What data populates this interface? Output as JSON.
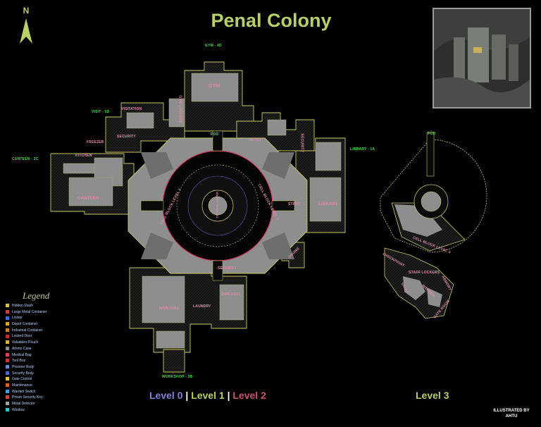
{
  "title": "Penal Colony",
  "compass": "N",
  "exits": {
    "gym": "GYM - 4D",
    "visit": "VISIT - 5D",
    "canteen": "CANTEEN - 3C",
    "library": "LIBRARY - 1A",
    "workshop": "WORKSHOP - 2B"
  },
  "rooms": {
    "gym": "GYM",
    "gym_lockers": "GYM LOCKERS",
    "visitation": "VISITATION",
    "security_top": "SECURITY",
    "freezer": "FREEZER",
    "kitchen": "KITCHEN",
    "canteen": "CANTEEN",
    "depot": "DEPOT",
    "security_right": "SECURITY",
    "pod": "POD",
    "cell_block_1": "CELL BLOCK LEVEL 1",
    "cell_block_2": "CELL BLOCK LEVEL 2",
    "central_tower": "CENTRAL TOWER",
    "library": "LIBRARY",
    "staff": "STAFF",
    "security_bottom": "SECURITY",
    "doors": "DOORS",
    "main_hall": "MAIN HALL",
    "laundry": "LAUNDRY",
    "side_hall": "SIDE HALL",
    "cell_block_3": "CELL BLOCK LEVEL 3",
    "pod_l3": "POD",
    "checkpoint": "CHECKPOINT",
    "staff_lockers": "STAFF LOCKERS",
    "vault": "VAULT",
    "warden": "WARDEN",
    "armory": "ARMORY",
    "gate_room": "GATE ROOM"
  },
  "legend": {
    "title": "Legend",
    "items": [
      {
        "label": "Hidden Stash",
        "color": "#d6c24a"
      },
      {
        "label": "Large Metal Container",
        "color": "#c94040"
      },
      {
        "label": "Locker",
        "color": "#3a6fd8"
      },
      {
        "label": "Depot Container",
        "color": "#e0a030"
      },
      {
        "label": "Industrial Container",
        "color": "#d07a2a"
      },
      {
        "label": "Locked Door",
        "color": "#c03030"
      },
      {
        "label": "Valuables Pouch",
        "color": "#d8b040"
      },
      {
        "label": "Ammo Case",
        "color": "#8a8a8a"
      },
      {
        "label": "Medical Bag",
        "color": "#e04060"
      },
      {
        "label": "Tool Box",
        "color": "#c83a3a"
      },
      {
        "label": "Prisoner Body",
        "color": "#6a8ad8"
      },
      {
        "label": "Security Body",
        "color": "#4a6ac8"
      },
      {
        "label": "Gate Control",
        "color": "#e0c040"
      },
      {
        "label": "Maintenance",
        "color": "#e06020"
      },
      {
        "label": "Warden Switch",
        "color": "#40a0e0"
      },
      {
        "label": "Prison Security Key",
        "color": "#c05030"
      },
      {
        "label": "Metal Detector",
        "color": "#a0a0a0"
      },
      {
        "label": "Window",
        "color": "#40c0c0"
      }
    ]
  },
  "levels": {
    "level0": "Level 0",
    "level1": "Level 1",
    "level2": "Level 2",
    "level3": "Level 3",
    "separator": "|"
  },
  "credit": {
    "line1": "ILLUSTRATED BY",
    "line2": "AHTU"
  },
  "colors": {
    "background": "#000000",
    "title": "#b8cf6a",
    "wall": "#c8c86a",
    "floor": "#8e8e8e",
    "ring_red": "#c93a5a",
    "exit_label": "#3ee43e",
    "room_label": "#e08aa8"
  }
}
